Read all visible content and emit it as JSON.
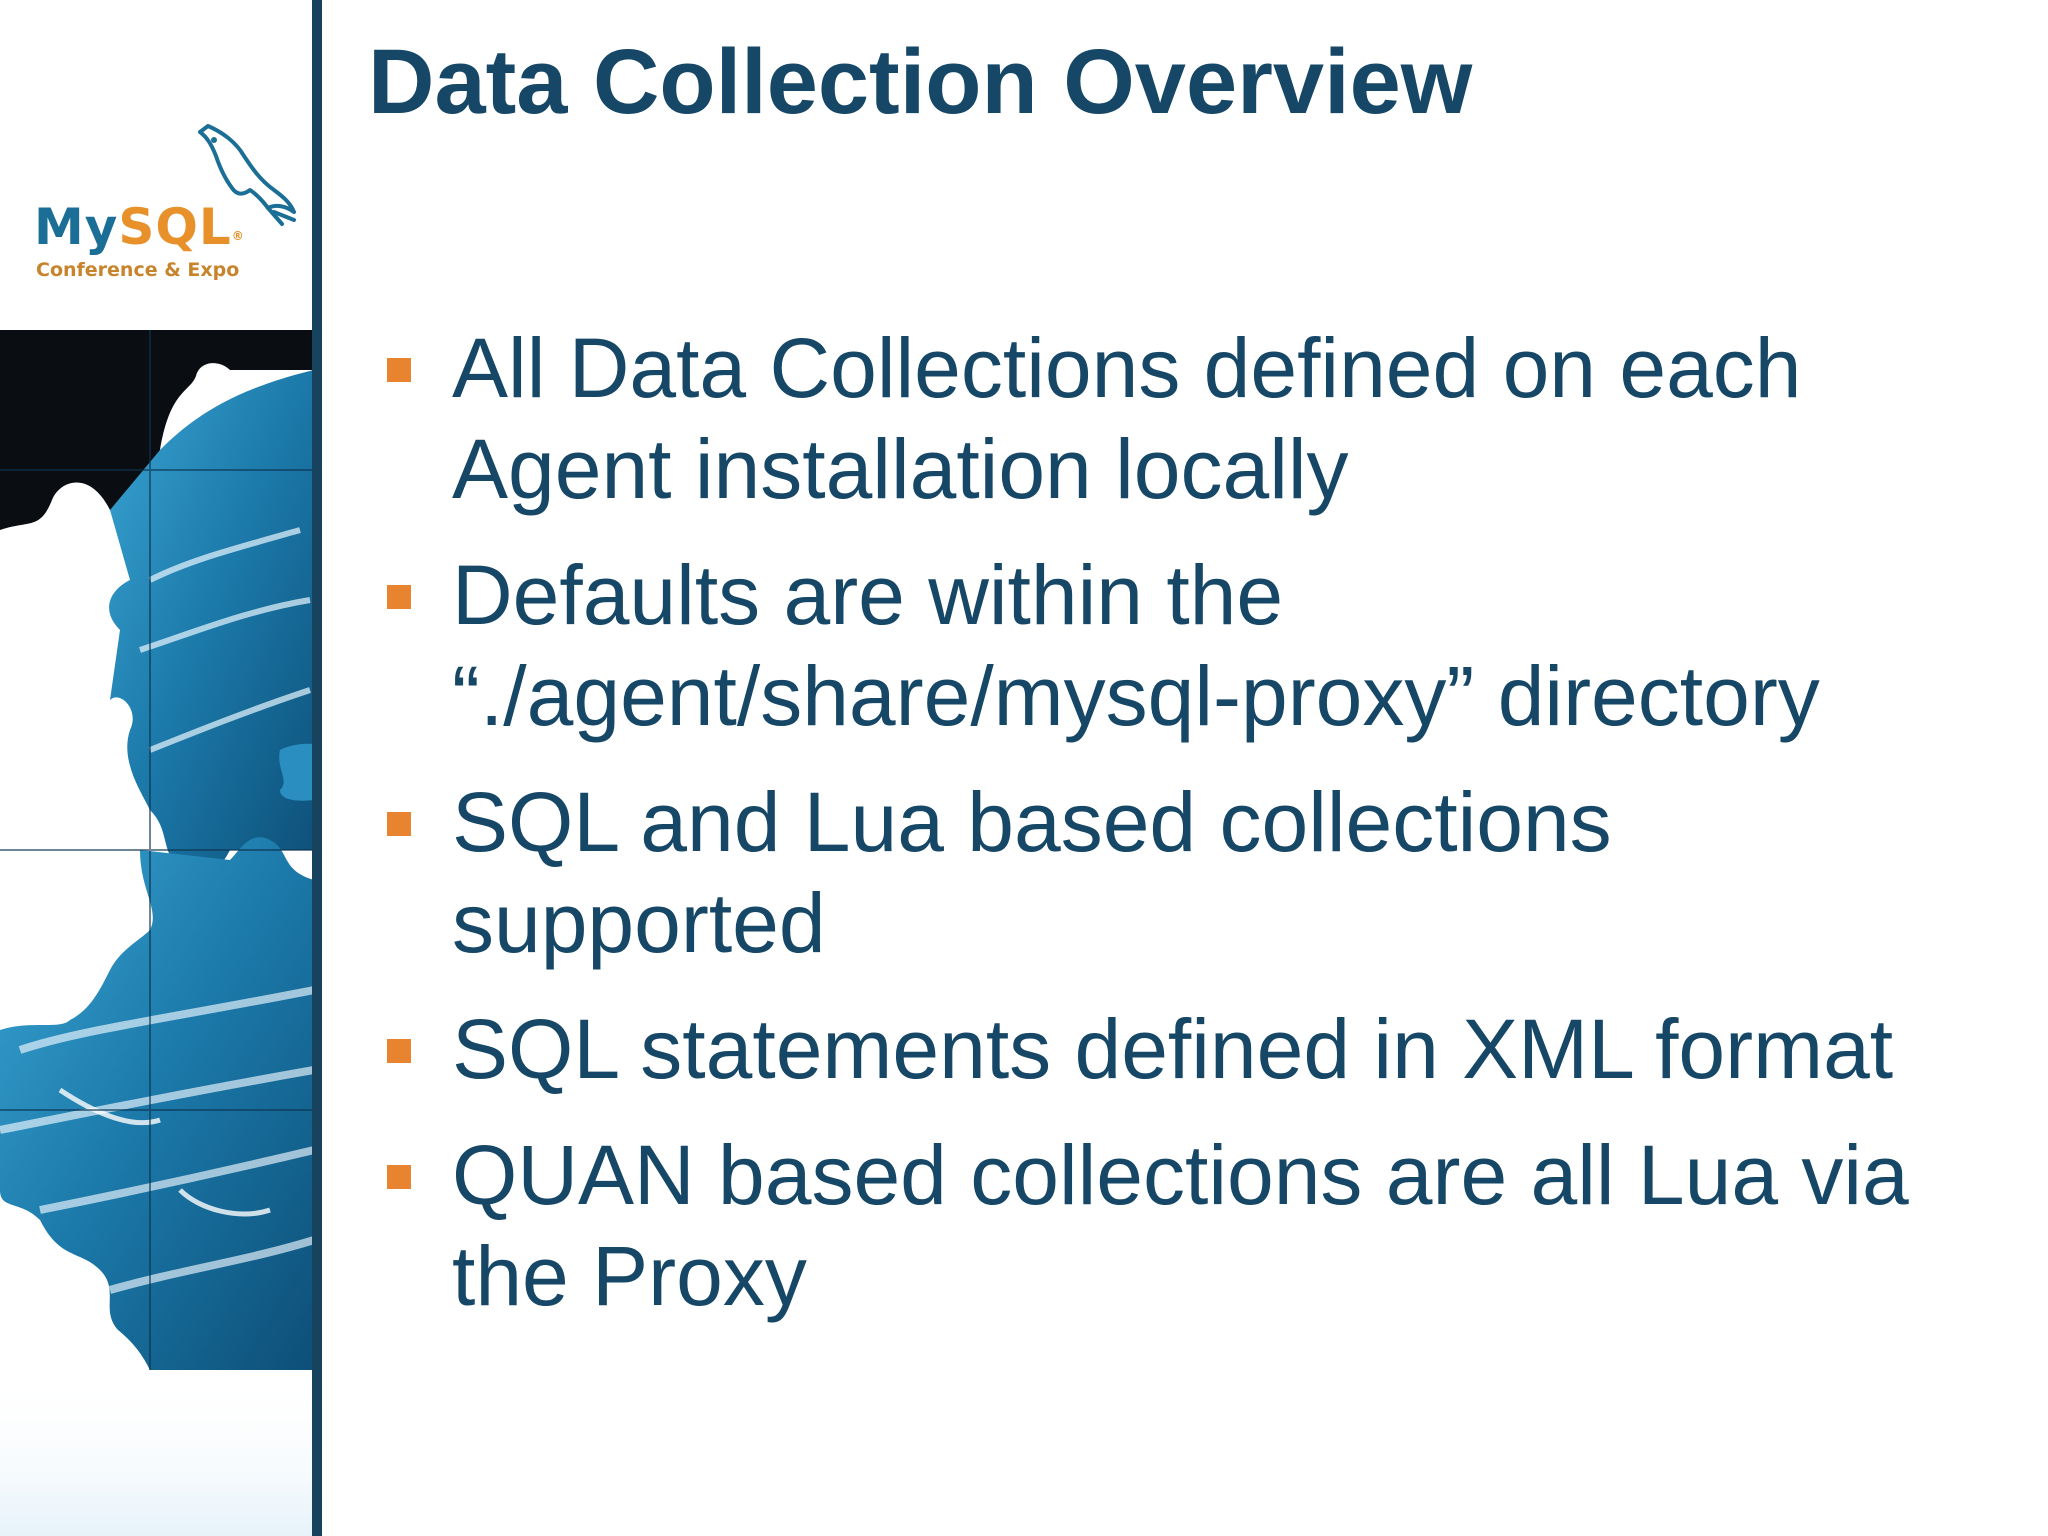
{
  "logo": {
    "word_my": "My",
    "word_sql": "SQL",
    "registered": "®",
    "subtitle": "Conference & Expo"
  },
  "slide": {
    "title": "Data Collection Overview",
    "bullets": [
      {
        "lines": [
          "All Data Collections defined on each",
          "Agent installation locally"
        ]
      },
      {
        "lines": [
          "Defaults are within the",
          "“./agent/share/mysql-proxy” directory"
        ]
      },
      {
        "lines": [
          "SQL and Lua based collections",
          "supported"
        ]
      },
      {
        "lines": [
          "SQL statements defined in XML format"
        ]
      },
      {
        "lines": [
          "QUAN based collections are all Lua via",
          "the Proxy"
        ]
      }
    ]
  },
  "colors": {
    "title": "#164766",
    "text": "#164766",
    "bullet_marker": "#e8832f",
    "divider": "#17435f",
    "logo_my": "#1b6f96",
    "logo_sql": "#e8902a"
  },
  "icons": {
    "logo_mascot": "dolphin-icon",
    "bullet": "square-bullet-icon"
  }
}
